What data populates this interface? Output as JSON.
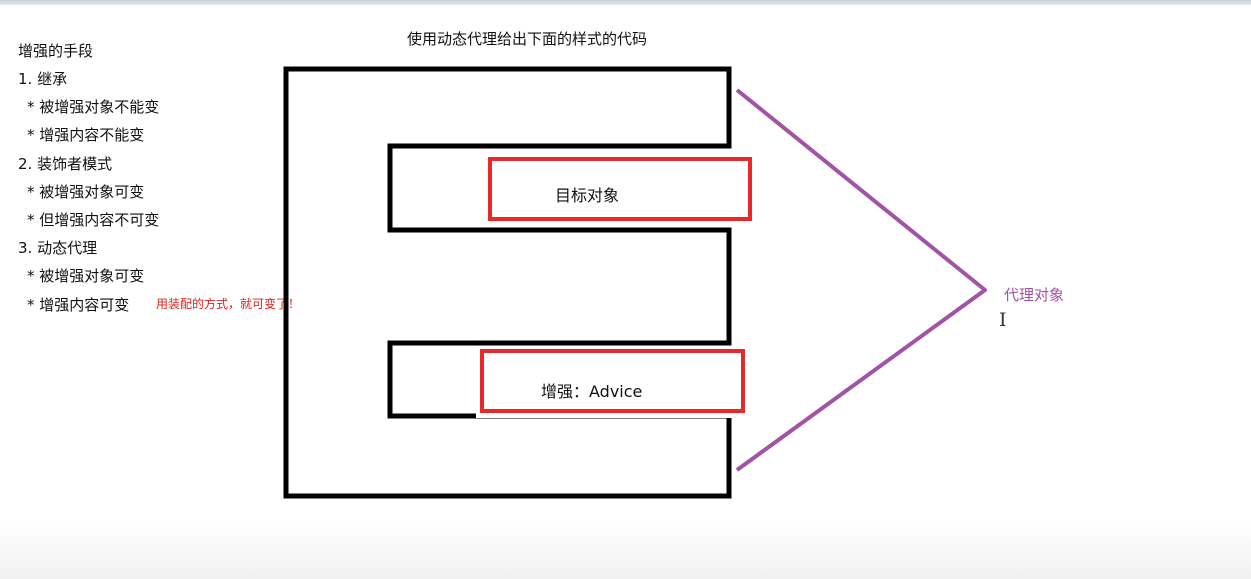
{
  "page_title": "使用动态代理给出下面的样式的代码",
  "notes": {
    "heading": "增强的手段",
    "items": [
      "1.  继承",
      "* 被增强对象不能变",
      "* 增强内容不能变",
      "2. 装饰者模式",
      "* 被增强对象可变",
      "* 但增强内容不可变",
      "3. 动态代理",
      "* 被增强对象可变",
      "* 增强内容可变"
    ],
    "red_note": "用装配的方式，就可变了！"
  },
  "diagram": {
    "target_label": "目标对象",
    "advice_label": "增强：Advice",
    "proxy_label": "代理对象"
  },
  "colors": {
    "outline": "#000000",
    "highlight_box": "#e8292a",
    "proxy_line": "#a153a6",
    "proxy_label": "#a153a6",
    "red_note": "#e0201c"
  },
  "cursor": {
    "icon": "text-cursor-icon"
  }
}
